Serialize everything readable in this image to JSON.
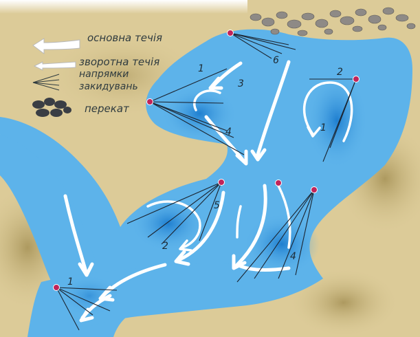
{
  "legend": {
    "main_current": "основна течія",
    "return_current": "зворотна течія",
    "cast_directions_line1": "напрямки",
    "cast_directions_line2": "закидувань",
    "riffle": "перекат"
  },
  "labels": {
    "n1_top": "1",
    "n2_right": "2",
    "n3": "3",
    "n6": "6",
    "n1_right": "1",
    "n4_mid": "4",
    "n5": "5",
    "n2_left": "2",
    "n4_bottom": "4",
    "n1_bottom": "1"
  },
  "colors": {
    "water": "#5db3ea",
    "water_deep": "#2f8fd8",
    "land": "#d9c996",
    "land_dark": "#b09d62",
    "cast_point": "#c0245a",
    "rock": "#8e8a86"
  }
}
